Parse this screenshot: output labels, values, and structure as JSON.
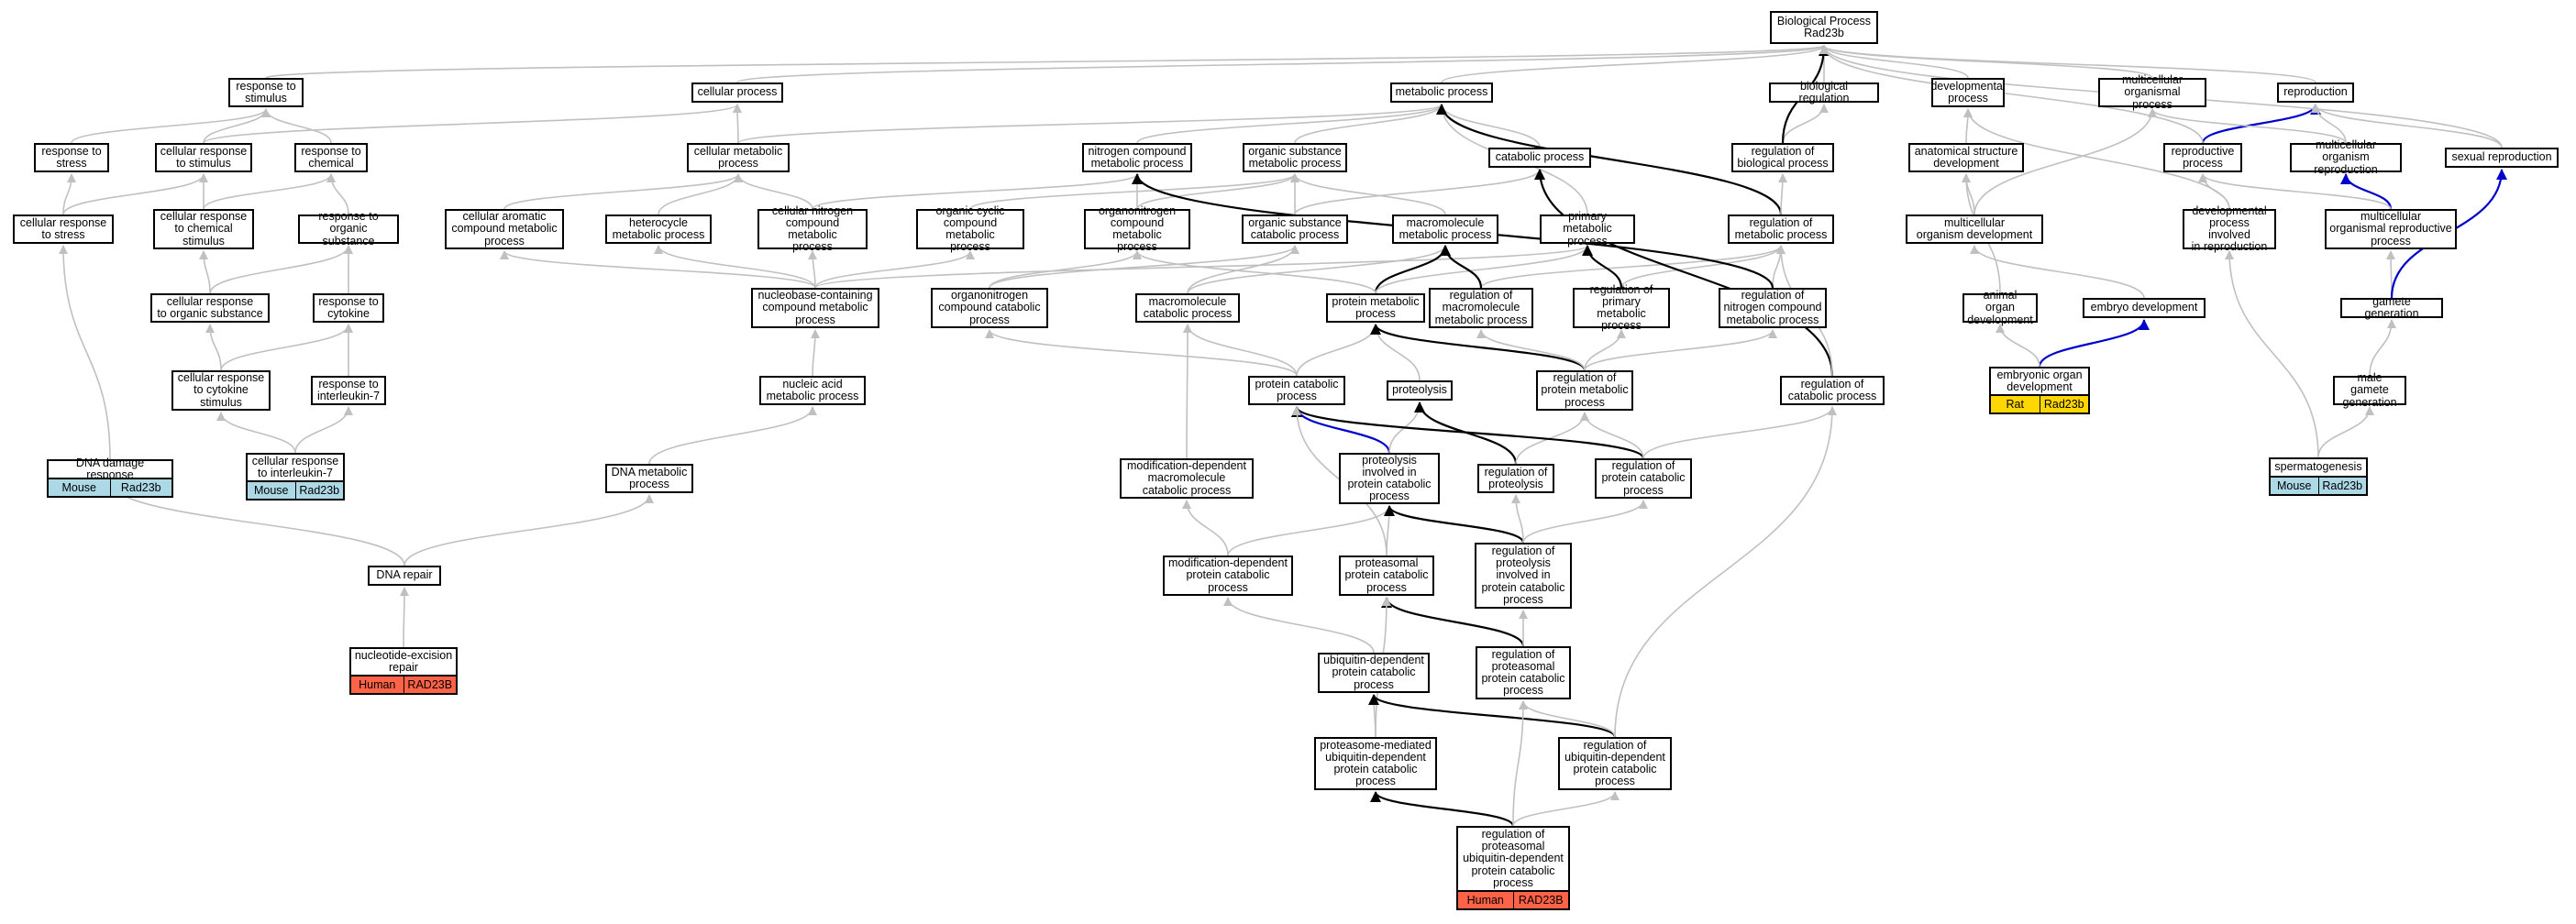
{
  "palette": {
    "gray": "#c0c0c0",
    "black": "#000000",
    "blue": "#0000cc",
    "mouse": "#add8e6",
    "rat": "#ffd700",
    "human": "#ff6347"
  },
  "nodes": [
    {
      "id": "bp",
      "label": "Biological Process\nRad23b"
    },
    {
      "id": "resp_stim",
      "label": "response to\nstimulus"
    },
    {
      "id": "cell_proc",
      "label": "cellular process"
    },
    {
      "id": "metab",
      "label": "metabolic process"
    },
    {
      "id": "bio_reg",
      "label": "biological regulation"
    },
    {
      "id": "dev_proc",
      "label": "developmental\nprocess"
    },
    {
      "id": "mc_org",
      "label": "multicellular\norganismal process"
    },
    {
      "id": "repro",
      "label": "reproduction"
    },
    {
      "id": "resp_stress",
      "label": "response to\nstress"
    },
    {
      "id": "cell_resp_stim",
      "label": "cellular response\nto stimulus"
    },
    {
      "id": "resp_chem",
      "label": "response to\nchemical"
    },
    {
      "id": "cell_metab",
      "label": "cellular metabolic\nprocess"
    },
    {
      "id": "nit_comp",
      "label": "nitrogen compound\nmetabolic process"
    },
    {
      "id": "org_sub",
      "label": "organic substance\nmetabolic process"
    },
    {
      "id": "catab",
      "label": "catabolic process"
    },
    {
      "id": "reg_bio",
      "label": "regulation of\nbiological process"
    },
    {
      "id": "anat_dev",
      "label": "anatomical structure\ndevelopment"
    },
    {
      "id": "repro_proc",
      "label": "reproductive\nprocess"
    },
    {
      "id": "mc_org_repro",
      "label": "multicellular\norganism reproduction"
    },
    {
      "id": "sex_repro",
      "label": "sexual reproduction"
    },
    {
      "id": "cell_resp_stress",
      "label": "cellular response\nto stress"
    },
    {
      "id": "cell_resp_chem",
      "label": "cellular response\nto chemical\nstimulus"
    },
    {
      "id": "resp_org_sub",
      "label": "response to\norganic substance"
    },
    {
      "id": "cell_arom",
      "label": "cellular aromatic\ncompound metabolic\nprocess"
    },
    {
      "id": "hetero",
      "label": "heterocycle\nmetabolic process"
    },
    {
      "id": "cell_nit",
      "label": "cellular nitrogen\ncompound metabolic\nprocess"
    },
    {
      "id": "org_cyc",
      "label": "organic cyclic\ncompound metabolic\nprocess"
    },
    {
      "id": "organonit",
      "label": "organonitrogen\ncompound metabolic\nprocess"
    },
    {
      "id": "org_sub_cat",
      "label": "organic substance\ncatabolic process"
    },
    {
      "id": "macro_metab",
      "label": "macromolecule\nmetabolic process"
    },
    {
      "id": "prim_metab",
      "label": "primary metabolic\nprocess"
    },
    {
      "id": "reg_metab",
      "label": "regulation of\nmetabolic process"
    },
    {
      "id": "mc_org_dev",
      "label": "multicellular\norganism development"
    },
    {
      "id": "dev_repro",
      "label": "developmental\nprocess involved\nin reproduction"
    },
    {
      "id": "mc_repro_proc",
      "label": "multicellular\norganismal reproductive\nprocess"
    },
    {
      "id": "cell_resp_org",
      "label": "cellular response\nto organic substance"
    },
    {
      "id": "resp_cyto",
      "label": "response to\ncytokine"
    },
    {
      "id": "nucleobase",
      "label": "nucleobase-containing\ncompound metabolic\nprocess"
    },
    {
      "id": "organonit_cat",
      "label": "organonitrogen\ncompound catabolic\nprocess"
    },
    {
      "id": "macro_cat",
      "label": "macromolecule\ncatabolic process"
    },
    {
      "id": "prot_metab",
      "label": "protein metabolic\nprocess"
    },
    {
      "id": "reg_macro",
      "label": "regulation of\nmacromolecule\nmetabolic process"
    },
    {
      "id": "reg_prim",
      "label": "regulation of\nprimary metabolic\nprocess"
    },
    {
      "id": "reg_nit",
      "label": "regulation of\nnitrogen compound\nmetabolic process"
    },
    {
      "id": "animal_organ",
      "label": "animal organ\ndevelopment"
    },
    {
      "id": "embryo_dev",
      "label": "embryo development"
    },
    {
      "id": "gamete_gen",
      "label": "gamete generation"
    },
    {
      "id": "cell_resp_cyto",
      "label": "cellular response\nto cytokine\nstimulus"
    },
    {
      "id": "resp_il7",
      "label": "response to\ninterleukin-7"
    },
    {
      "id": "nucleic",
      "label": "nucleic acid\nmetabolic process"
    },
    {
      "id": "prot_cat",
      "label": "protein catabolic\nprocess"
    },
    {
      "id": "proteolysis",
      "label": "proteolysis"
    },
    {
      "id": "reg_prot_metab",
      "label": "regulation of\nprotein metabolic\nprocess"
    },
    {
      "id": "reg_cat",
      "label": "regulation of\ncatabolic process"
    },
    {
      "id": "emb_organ",
      "label": "embryonic organ\ndevelopment"
    },
    {
      "id": "male_gamete",
      "label": "male gamete\ngeneration"
    },
    {
      "id": "dna_damage",
      "label": "DNA damage response"
    },
    {
      "id": "cell_resp_il7",
      "label": "cellular response\nto interleukin-7"
    },
    {
      "id": "dna_metab",
      "label": "DNA metabolic\nprocess"
    },
    {
      "id": "mod_dep_macro",
      "label": "modification-dependent\nmacromolecule\ncatabolic process"
    },
    {
      "id": "proteolysis_inv",
      "label": "proteolysis\ninvolved in\nprotein catabolic\nprocess"
    },
    {
      "id": "reg_proteolysis",
      "label": "regulation of\nproteolysis"
    },
    {
      "id": "reg_prot_cat",
      "label": "regulation of\nprotein catabolic\nprocess"
    },
    {
      "id": "spermato",
      "label": "spermatogenesis"
    },
    {
      "id": "dna_repair",
      "label": "DNA repair"
    },
    {
      "id": "mod_dep_prot",
      "label": "modification-dependent\nprotein catabolic\nprocess"
    },
    {
      "id": "proteasomal",
      "label": "proteasomal\nprotein catabolic\nprocess"
    },
    {
      "id": "reg_proteolysis_inv",
      "label": "regulation of\nproteolysis\ninvolved in\nprotein catabolic\nprocess"
    },
    {
      "id": "ubiq_dep",
      "label": "ubiquitin-dependent\nprotein catabolic\nprocess"
    },
    {
      "id": "reg_proteasomal",
      "label": "regulation of\nproteasomal\nprotein catabolic\nprocess"
    },
    {
      "id": "nucleotide_exc",
      "label": "nucleotide-excision\nrepair"
    },
    {
      "id": "proteasome_med",
      "label": "proteasome-mediated\nubiquitin-dependent\nprotein catabolic\nprocess"
    },
    {
      "id": "reg_ubiq",
      "label": "regulation of\nubiquitin-dependent\nprotein catabolic\nprocess"
    },
    {
      "id": "reg_proteasomal_ubiq",
      "label": "regulation of\nproteasomal\nubiquitin-dependent\nprotein catabolic\nprocess"
    }
  ],
  "tags": [
    {
      "node": "dna_damage",
      "species": "Mouse",
      "gene": "Rad23b",
      "color": "#add8e6"
    },
    {
      "node": "cell_resp_il7",
      "species": "Mouse",
      "gene": "Rad23b",
      "color": "#add8e6"
    },
    {
      "node": "emb_organ",
      "species": "Rat",
      "gene": "Rad23b",
      "color": "#ffd700"
    },
    {
      "node": "spermato",
      "species": "Mouse",
      "gene": "Rad23b",
      "color": "#add8e6"
    },
    {
      "node": "nucleotide_exc",
      "species": "Human",
      "gene": "RAD23B",
      "color": "#ff6347"
    },
    {
      "node": "reg_proteasomal_ubiq",
      "species": "Human",
      "gene": "RAD23B",
      "color": "#ff6347"
    }
  ],
  "edges": [
    [
      "resp_stim",
      "bp",
      "gray"
    ],
    [
      "cell_proc",
      "bp",
      "gray"
    ],
    [
      "metab",
      "bp",
      "gray"
    ],
    [
      "bio_reg",
      "bp",
      "gray"
    ],
    [
      "dev_proc",
      "bp",
      "gray"
    ],
    [
      "mc_org",
      "bp",
      "gray"
    ],
    [
      "repro",
      "bp",
      "gray"
    ],
    [
      "resp_stress",
      "resp_stim",
      "gray"
    ],
    [
      "cell_resp_stim",
      "resp_stim",
      "gray"
    ],
    [
      "cell_resp_stim",
      "cell_proc",
      "gray"
    ],
    [
      "resp_chem",
      "resp_stim",
      "gray"
    ],
    [
      "cell_metab",
      "cell_proc",
      "gray"
    ],
    [
      "cell_metab",
      "metab",
      "gray"
    ],
    [
      "nit_comp",
      "metab",
      "gray"
    ],
    [
      "org_sub",
      "metab",
      "gray"
    ],
    [
      "catab",
      "metab",
      "gray"
    ],
    [
      "reg_bio",
      "bio_reg",
      "gray"
    ],
    [
      "reg_bio",
      "bp",
      "black"
    ],
    [
      "anat_dev",
      "dev_proc",
      "gray"
    ],
    [
      "repro_proc",
      "repro",
      "blue"
    ],
    [
      "repro_proc",
      "bp",
      "gray"
    ],
    [
      "mc_org_repro",
      "mc_org",
      "gray"
    ],
    [
      "mc_org_repro",
      "repro",
      "gray"
    ],
    [
      "sex_repro",
      "repro",
      "gray"
    ],
    [
      "sex_repro",
      "bp",
      "gray"
    ],
    [
      "cell_resp_stress",
      "resp_stress",
      "gray"
    ],
    [
      "cell_resp_stress",
      "cell_resp_stim",
      "gray"
    ],
    [
      "cell_resp_chem",
      "cell_resp_stim",
      "gray"
    ],
    [
      "cell_resp_chem",
      "resp_chem",
      "gray"
    ],
    [
      "resp_org_sub",
      "resp_chem",
      "gray"
    ],
    [
      "cell_arom",
      "cell_metab",
      "gray"
    ],
    [
      "hetero",
      "cell_metab",
      "gray"
    ],
    [
      "cell_nit",
      "cell_metab",
      "gray"
    ],
    [
      "cell_nit",
      "nit_comp",
      "gray"
    ],
    [
      "org_cyc",
      "org_sub",
      "gray"
    ],
    [
      "organonit",
      "nit_comp",
      "gray"
    ],
    [
      "organonit",
      "org_sub",
      "gray"
    ],
    [
      "org_sub_cat",
      "org_sub",
      "gray"
    ],
    [
      "org_sub_cat",
      "catab",
      "gray"
    ],
    [
      "macro_metab",
      "org_sub",
      "gray"
    ],
    [
      "prim_metab",
      "metab",
      "gray"
    ],
    [
      "reg_metab",
      "metab",
      "black"
    ],
    [
      "reg_metab",
      "reg_bio",
      "gray"
    ],
    [
      "mc_org_dev",
      "mc_org",
      "gray"
    ],
    [
      "mc_org_dev",
      "anat_dev",
      "gray"
    ],
    [
      "dev_repro",
      "dev_proc",
      "gray"
    ],
    [
      "dev_repro",
      "repro_proc",
      "gray"
    ],
    [
      "mc_repro_proc",
      "mc_org_repro",
      "blue"
    ],
    [
      "mc_repro_proc",
      "repro_proc",
      "gray"
    ],
    [
      "cell_resp_org",
      "cell_resp_chem",
      "gray"
    ],
    [
      "cell_resp_org",
      "resp_org_sub",
      "gray"
    ],
    [
      "resp_cyto",
      "resp_org_sub",
      "gray"
    ],
    [
      "nucleobase",
      "cell_arom",
      "gray"
    ],
    [
      "nucleobase",
      "hetero",
      "gray"
    ],
    [
      "nucleobase",
      "cell_nit",
      "gray"
    ],
    [
      "nucleobase",
      "org_cyc",
      "gray"
    ],
    [
      "nucleobase",
      "prim_metab",
      "gray"
    ],
    [
      "organonit_cat",
      "organonit",
      "gray"
    ],
    [
      "organonit_cat",
      "org_sub_cat",
      "gray"
    ],
    [
      "macro_cat",
      "macro_metab",
      "gray"
    ],
    [
      "macro_cat",
      "org_sub_cat",
      "gray"
    ],
    [
      "prot_metab",
      "macro_metab",
      "black"
    ],
    [
      "prot_metab",
      "organonit",
      "gray"
    ],
    [
      "prot_metab",
      "prim_metab",
      "gray"
    ],
    [
      "reg_macro",
      "reg_metab",
      "gray"
    ],
    [
      "reg_macro",
      "macro_metab",
      "black"
    ],
    [
      "reg_prim",
      "reg_metab",
      "gray"
    ],
    [
      "reg_prim",
      "prim_metab",
      "black"
    ],
    [
      "reg_nit",
      "reg_metab",
      "gray"
    ],
    [
      "reg_nit",
      "nit_comp",
      "black"
    ],
    [
      "animal_organ",
      "anat_dev",
      "gray"
    ],
    [
      "embryo_dev",
      "mc_org_dev",
      "gray"
    ],
    [
      "gamete_gen",
      "mc_repro_proc",
      "gray"
    ],
    [
      "gamete_gen",
      "sex_repro",
      "blue"
    ],
    [
      "cell_resp_cyto",
      "cell_resp_org",
      "gray"
    ],
    [
      "cell_resp_cyto",
      "resp_cyto",
      "gray"
    ],
    [
      "resp_il7",
      "resp_cyto",
      "gray"
    ],
    [
      "nucleic",
      "nucleobase",
      "gray"
    ],
    [
      "prot_cat",
      "prot_metab",
      "gray"
    ],
    [
      "prot_cat",
      "macro_cat",
      "gray"
    ],
    [
      "prot_cat",
      "organonit_cat",
      "gray"
    ],
    [
      "proteolysis",
      "prot_metab",
      "gray"
    ],
    [
      "reg_prot_metab",
      "prot_metab",
      "black"
    ],
    [
      "reg_prot_metab",
      "reg_macro",
      "gray"
    ],
    [
      "reg_prot_metab",
      "reg_prim",
      "gray"
    ],
    [
      "reg_prot_metab",
      "reg_nit",
      "gray"
    ],
    [
      "reg_cat",
      "catab",
      "black"
    ],
    [
      "reg_cat",
      "reg_metab",
      "gray"
    ],
    [
      "emb_organ",
      "embryo_dev",
      "blue"
    ],
    [
      "emb_organ",
      "animal_organ",
      "gray"
    ],
    [
      "male_gamete",
      "gamete_gen",
      "gray"
    ],
    [
      "dna_damage",
      "cell_resp_stress",
      "gray"
    ],
    [
      "cell_resp_il7",
      "cell_resp_cyto",
      "gray"
    ],
    [
      "cell_resp_il7",
      "resp_il7",
      "gray"
    ],
    [
      "dna_metab",
      "nucleic",
      "gray"
    ],
    [
      "mod_dep_macro",
      "macro_cat",
      "gray"
    ],
    [
      "proteolysis_inv",
      "prot_cat",
      "blue"
    ],
    [
      "proteolysis_inv",
      "proteolysis",
      "gray"
    ],
    [
      "reg_proteolysis",
      "proteolysis",
      "black"
    ],
    [
      "reg_proteolysis",
      "reg_prot_metab",
      "gray"
    ],
    [
      "reg_prot_cat",
      "prot_cat",
      "black"
    ],
    [
      "reg_prot_cat",
      "reg_prot_metab",
      "gray"
    ],
    [
      "reg_prot_cat",
      "reg_cat",
      "gray"
    ],
    [
      "spermato",
      "male_gamete",
      "gray"
    ],
    [
      "spermato",
      "dev_repro",
      "gray"
    ],
    [
      "dna_repair",
      "dna_damage",
      "gray"
    ],
    [
      "dna_repair",
      "dna_metab",
      "gray"
    ],
    [
      "mod_dep_prot",
      "mod_dep_macro",
      "gray"
    ],
    [
      "mod_dep_prot",
      "proteolysis_inv",
      "gray"
    ],
    [
      "proteasomal",
      "proteolysis_inv",
      "gray"
    ],
    [
      "proteasomal",
      "prot_cat",
      "gray"
    ],
    [
      "reg_proteolysis_inv",
      "proteolysis_inv",
      "black"
    ],
    [
      "reg_proteolysis_inv",
      "reg_proteolysis",
      "gray"
    ],
    [
      "reg_proteolysis_inv",
      "reg_prot_cat",
      "gray"
    ],
    [
      "ubiq_dep",
      "mod_dep_prot",
      "gray"
    ],
    [
      "reg_proteasomal",
      "proteasomal",
      "black"
    ],
    [
      "reg_proteasomal",
      "reg_proteolysis_inv",
      "gray"
    ],
    [
      "nucleotide_exc",
      "dna_repair",
      "gray"
    ],
    [
      "proteasome_med",
      "ubiq_dep",
      "gray"
    ],
    [
      "proteasome_med",
      "proteasomal",
      "gray"
    ],
    [
      "reg_ubiq",
      "ubiq_dep",
      "black"
    ],
    [
      "reg_ubiq",
      "reg_proteasomal",
      "gray"
    ],
    [
      "reg_ubiq",
      "reg_cat",
      "gray"
    ],
    [
      "reg_proteasomal_ubiq",
      "proteasome_med",
      "black"
    ],
    [
      "reg_proteasomal_ubiq",
      "reg_ubiq",
      "gray"
    ],
    [
      "reg_proteasomal_ubiq",
      "reg_proteasomal",
      "gray"
    ]
  ]
}
